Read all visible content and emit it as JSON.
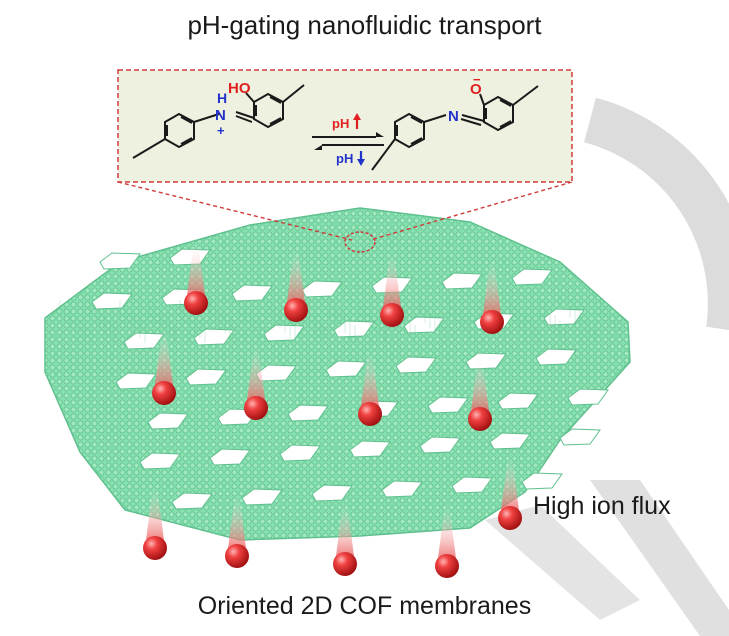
{
  "title": "pH-gating nanofluidic transport",
  "inset": {
    "left_molecule": {
      "oh_label": "HO",
      "nh_label": "H",
      "n_label": "N",
      "plus_label": "+"
    },
    "right_molecule": {
      "o_label": "O",
      "minus_label": "−",
      "n_label": "N"
    },
    "arrow_up_label": "pH",
    "arrow_down_label": "pH"
  },
  "flux_label": "High ion flux",
  "bottom_label": "Oriented 2D COF membranes",
  "colors": {
    "membrane": "#86e0b0",
    "membrane_dark": "#5fc08e",
    "inset_bg": "#eef1df",
    "inset_border": "#d03a3a",
    "ion": "#e02828",
    "label_red": "#e02020",
    "label_blue": "#2233cc",
    "watermark": "#d9d9d9"
  },
  "icons": [
    "membrane-grid-icon",
    "ion-sphere-icon",
    "equilibrium-arrow-icon",
    "benzene-ring-icon"
  ]
}
